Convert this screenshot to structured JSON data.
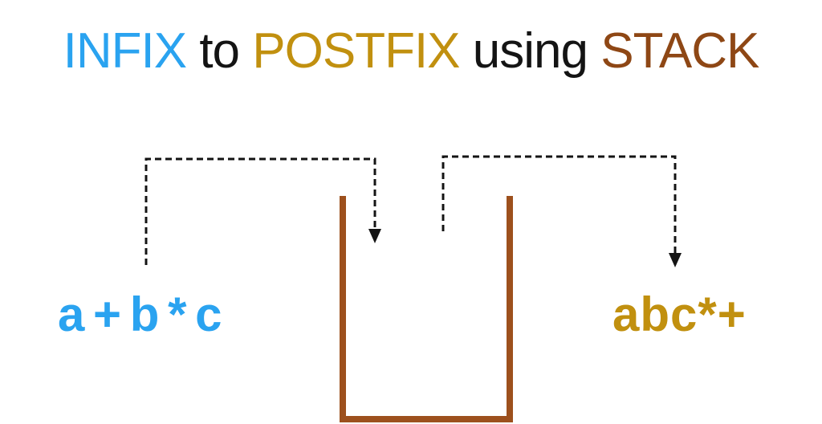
{
  "title": {
    "segments": [
      {
        "text": "INFIX",
        "color": "#2AA3F0"
      },
      {
        "text": " to ",
        "color": "#141414"
      },
      {
        "text": "POSTFIX",
        "color": "#C1900F"
      },
      {
        "text": " using ",
        "color": "#141414"
      },
      {
        "text": "STACK",
        "color": "#8E4715"
      }
    ]
  },
  "diagram": {
    "infix_expression": "a + b * c",
    "postfix_expression": "abc*+",
    "infix_color": "#2AA3F0",
    "postfix_color": "#C1900F",
    "stack_color": "#9D501D",
    "arrow_color": "#141414",
    "background_color": "#FFFFFF"
  }
}
